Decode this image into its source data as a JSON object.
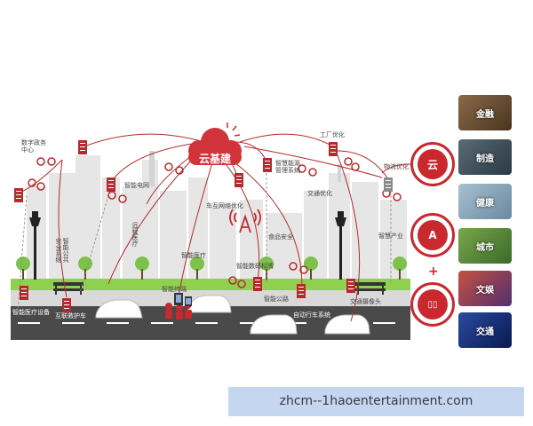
{
  "diagram": {
    "center_label": "云基建",
    "labels": {
      "digital_gov": "数字政务\n中心",
      "smart_grid": "智能电网",
      "connected_network": "车互网络优化",
      "smart_energy": "智慧能源\n管理系统",
      "factory_opt": "工厂优化",
      "logistics_opt": "物流优化",
      "traffic_opt": "交通优化",
      "smart_industry": "智慧产业",
      "food_safety": "食品安全",
      "smart_medical": "智能医疗",
      "public_safety": "智能公共\n安全系统",
      "remote_medical": "远程医疗",
      "smart_billboard": "智能数码标牌",
      "smart_terminal": "智能终端",
      "smart_bus": "智能公路",
      "traffic_camera": "交通摄像头",
      "medical_device": "智能医疗设备",
      "ambulance": "互联救护车",
      "autonomous": "自动行车系统"
    }
  },
  "right_panel": {
    "cards": [
      {
        "label": "金融",
        "color": "#7a5a3a"
      },
      {
        "label": "制造",
        "color": "#4a5a66"
      },
      {
        "label": "健康",
        "color": "#8aa6b8"
      },
      {
        "label": "城市",
        "color": "#5f8a3a"
      },
      {
        "label": "文娱",
        "color": "#b04030"
      },
      {
        "label": "交通",
        "color": "#1f3d8a"
      }
    ],
    "circles": [
      {
        "icon": "cloud-icon",
        "glyph": "云"
      },
      {
        "icon": "antenna-icon",
        "glyph": "A"
      },
      {
        "icon": "phone-icon",
        "glyph": "▯▯"
      }
    ],
    "plus": "+"
  },
  "banner": {
    "text": "zhcm--1haoentertainment.com"
  },
  "colors": {
    "accent": "#c9282e",
    "road": "#4a4a4a",
    "grass": "#8fd14f",
    "banner_bg": "#c5d6f1"
  }
}
